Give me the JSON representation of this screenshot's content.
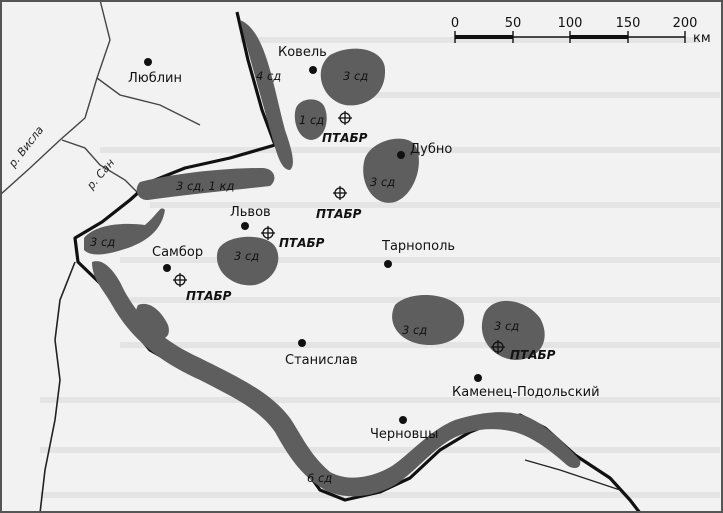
{
  "colors": {
    "background": "#f2f2f2",
    "zone": "#5e5e5e",
    "frontline": "#111111",
    "river": "#333333",
    "faint_text": "#cfcfcf"
  },
  "scale": {
    "ticks": [
      "0",
      "50",
      "100",
      "150",
      "200"
    ],
    "unit": "км"
  },
  "cities": {
    "lublin": "Люблин",
    "kovel": "Ковель",
    "dubno": "Дубно",
    "lvov": "Львов",
    "sambor": "Самбор",
    "ternopol": "Тарнополь",
    "stanislav": "Станислав",
    "kamenets": "Каменец-Подольский",
    "chernovtsy": "Черновцы"
  },
  "rivers": {
    "visla": "р. Висла",
    "san": "р. Сан"
  },
  "units": {
    "kovel_4sd": "4 сд",
    "kovel_3sd": "3 сд",
    "center_1sd": "1 сд",
    "dubno_3sd": "3 сд",
    "west_3sd_1kd": "3 сд, 1 кд",
    "sambor_3sd": "3 сд",
    "lvov_3sd": "3 сд",
    "stan_3sd": "3 сд",
    "kamenets_3sd": "3 сд",
    "south_6sd": "6 сд"
  },
  "ptabr": {
    "p1": "ПТАБР",
    "p2": "ПТАБР",
    "p3": "ПТАБР",
    "p4": "ПТАБР",
    "p5": "ПТАБР"
  }
}
